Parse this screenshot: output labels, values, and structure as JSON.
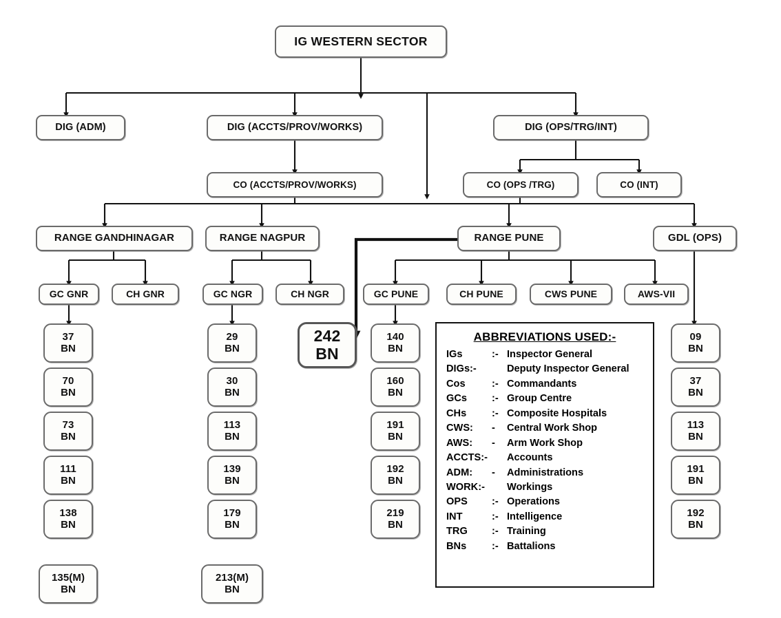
{
  "chart_data": {
    "type": "diagram",
    "title": "IG WESTERN SECTOR organisation chart",
    "root": "IG WESTERN SECTOR"
  },
  "root": {
    "label": "IG WESTERN SECTOR"
  },
  "directors": [
    {
      "label": "DIG (ADM)"
    },
    {
      "label": "DIG (ACCTS/PROV/WORKS)"
    },
    {
      "label": "DIG (OPS/TRG/INT)"
    }
  ],
  "commandants": [
    {
      "label": "CO (ACCTS/PROV/WORKS)"
    },
    {
      "label": "CO (OPS /TRG)"
    },
    {
      "label": "CO (INT)"
    }
  ],
  "ranges": [
    {
      "label": "RANGE GANDHINAGAR"
    },
    {
      "label": "RANGE NAGPUR"
    },
    {
      "label": "RANGE PUNE"
    },
    {
      "label": "GDL (OPS)"
    }
  ],
  "units": [
    {
      "label": "GC GNR"
    },
    {
      "label": "CH GNR"
    },
    {
      "label": "GC NGR"
    },
    {
      "label": "CH NGR"
    },
    {
      "label": "GC PUNE"
    },
    {
      "label": "CH PUNE"
    },
    {
      "label": "CWS PUNE"
    },
    {
      "label": "AWS-VII"
    }
  ],
  "battalions": {
    "suffix": "BN",
    "gandhinagar": [
      "37",
      "70",
      "73",
      "111",
      "138"
    ],
    "gandhinagar_extra": "135(M)",
    "nagpur": [
      "29",
      "30",
      "113",
      "139",
      "179"
    ],
    "nagpur_extra": "213(M)",
    "pune_range_direct": "242",
    "pune": [
      "140",
      "160",
      "191",
      "192",
      "219"
    ],
    "gdl": [
      "09",
      "37",
      "113",
      "191",
      "192"
    ]
  },
  "legend": {
    "title": "ABBREVIATIONS USED:-",
    "rows": [
      {
        "abbr": "IGs",
        "sep": ":-",
        "def": "Inspector General"
      },
      {
        "abbr": "DIGs:-",
        "sep": "",
        "def": "Deputy Inspector General"
      },
      {
        "abbr": "Cos",
        "sep": ":-",
        "def": "Commandants"
      },
      {
        "abbr": "GCs",
        "sep": ":-",
        "def": "Group Centre"
      },
      {
        "abbr": "CHs",
        "sep": ":-",
        "def": "Composite Hospitals"
      },
      {
        "abbr": "CWS:",
        "sep": "-",
        "def": "Central Work Shop"
      },
      {
        "abbr": "AWS:",
        "sep": "-",
        "def": "Arm Work Shop"
      },
      {
        "abbr": "ACCTS:-",
        "sep": "",
        "def": "Accounts"
      },
      {
        "abbr": "ADM:",
        "sep": "-",
        "def": "Administrations"
      },
      {
        "abbr": "WORK:-",
        "sep": "",
        "def": "Workings"
      },
      {
        "abbr": "OPS",
        "sep": ":-",
        "def": "Operations"
      },
      {
        "abbr": "INT",
        "sep": ":-",
        "def": "Intelligence"
      },
      {
        "abbr": "TRG",
        "sep": ":-",
        "def": "Training"
      },
      {
        "abbr": "BNs",
        "sep": ":-",
        "def": "Battalions"
      }
    ]
  },
  "colors": {
    "box_border": "#6a6a6a",
    "line": "#111111",
    "background": "#ffffff"
  }
}
